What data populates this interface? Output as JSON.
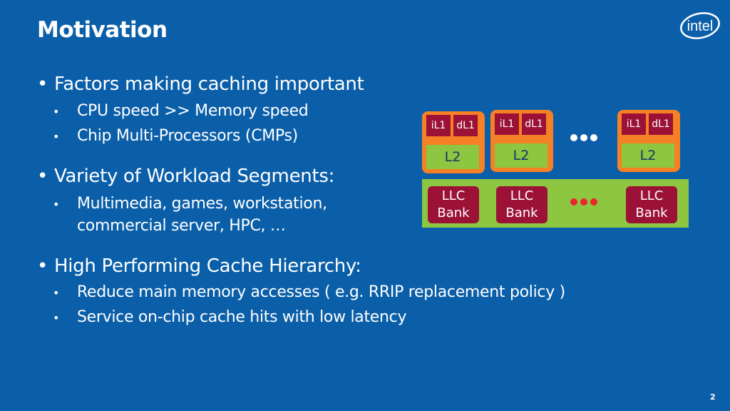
{
  "slide": {
    "title": "Motivation",
    "logo_text": "intel",
    "page_number": "2",
    "sections": [
      {
        "heading": "Factors making caching important",
        "items": [
          "CPU speed >> Memory speed",
          "Chip Multi-Processors (CMPs)"
        ]
      },
      {
        "heading": "Variety of Workload Segments:",
        "items": [
          "Multimedia, games, workstation,",
          "commercial server, HPC, …"
        ]
      },
      {
        "heading": "High Performing Cache Hierarchy:",
        "items": [
          "Reduce main memory accesses ( e.g. RRIP replacement policy )",
          "Service on-chip cache hits with low latency"
        ]
      }
    ]
  },
  "diagram": {
    "il1_label": "iL1",
    "dl1_label": "dL1",
    "l2_label": "L2",
    "llc_line1": "LLC",
    "llc_line2": "Bank"
  },
  "colors": {
    "background": "#0b5fa9",
    "core": "#f58025",
    "cache_red": "#9b1236",
    "cache_green": "#8dc641",
    "dots_core": "#ffffff",
    "dots_llc": "#e8262b"
  }
}
